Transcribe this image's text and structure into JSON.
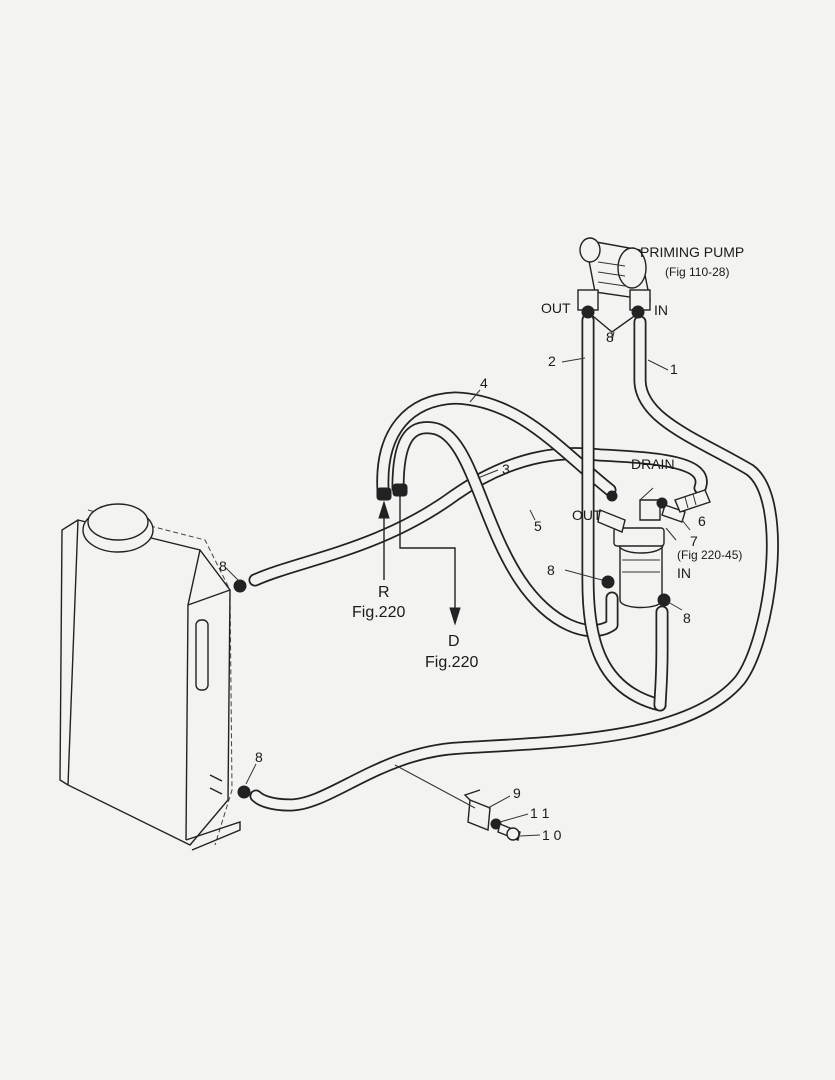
{
  "labels": {
    "priming_pump": "PRIMING  PUMP",
    "priming_pump_ref": "(Fig 110-28)",
    "pump_out": "OUT",
    "pump_in": "IN",
    "filter_out": "OUT",
    "filter_in": "IN",
    "drain": "DRAIN",
    "filter_ref": "(Fig 220-45)",
    "return_letter": "R",
    "return_ref": "Fig.220",
    "drain_letter": "D",
    "drain_ref": "Fig.220"
  },
  "callouts": {
    "hose_1": "1",
    "hose_2": "2",
    "hose_3": "3",
    "hose_4": "4",
    "hose_5": "5",
    "fitting_6": "6",
    "filter_7": "7",
    "clamp_pump": "8",
    "clamp_filter_left": "8",
    "clamp_filter_right": "8",
    "clamp_tank_upper": "8",
    "clamp_tank_lower": "8",
    "bracket_9": "9",
    "bolt_10": "1 0",
    "washer_11": "1 1"
  }
}
